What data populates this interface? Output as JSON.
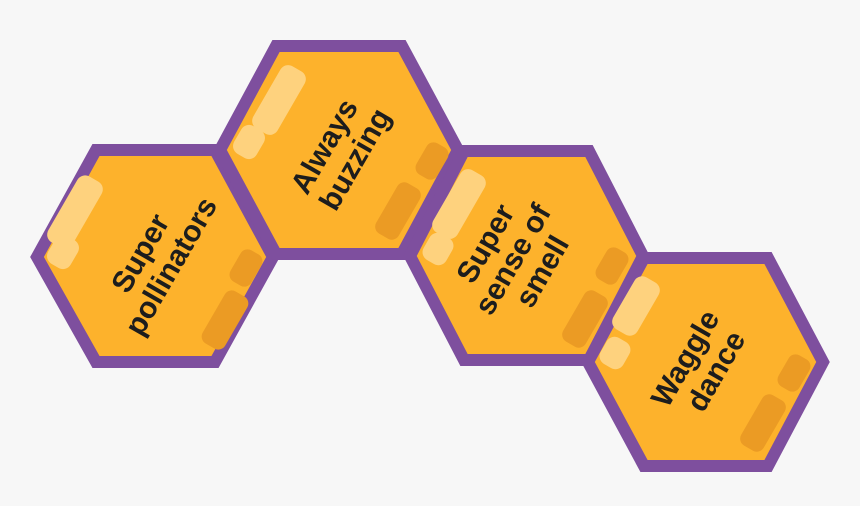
{
  "colors": {
    "background": "#f7f7f7",
    "hex_fill": "#fdb22c",
    "hex_border": "#7e4f9e",
    "highlight": "#fed27e",
    "shadow": "#eb9b24",
    "text": "#1d1d1d"
  },
  "cells": [
    {
      "id": "super-pollinators",
      "lines": [
        "Super",
        "pollinators"
      ]
    },
    {
      "id": "always-buzzing",
      "lines": [
        "Always",
        "buzzing"
      ]
    },
    {
      "id": "super-sense-of-smell",
      "lines": [
        "Super",
        "sense of",
        "smell"
      ]
    },
    {
      "id": "waggle-dance",
      "lines": [
        "Waggle",
        "dance"
      ]
    }
  ]
}
